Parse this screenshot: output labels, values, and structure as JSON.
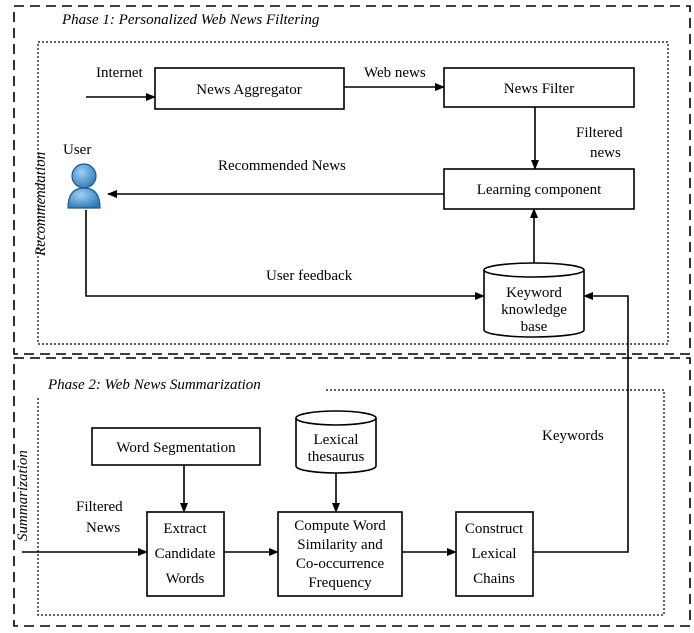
{
  "phase1": {
    "title": "Phase 1: Personalized Web News Filtering",
    "side_label": "Recommendation",
    "internet_label": "Internet",
    "web_news_label": "Web news",
    "filtered_news_label": [
      "Filtered",
      "news"
    ],
    "recommended_news_label": "Recommended News",
    "user_label": "User",
    "user_feedback_label": "User feedback",
    "boxes": {
      "news_aggregator": "News Aggregator",
      "news_filter": "News Filter",
      "learning_component": "Learning component",
      "keyword_kb": [
        "Keyword",
        "knowledge",
        "base"
      ]
    }
  },
  "phase2": {
    "title": "Phase 2: Web News Summarization",
    "side_label": "Summarization",
    "filtered_news_label": [
      "Filtered",
      "News"
    ],
    "keywords_label": "Keywords",
    "boxes": {
      "word_segmentation": "Word Segmentation",
      "lexical_thesaurus": [
        "Lexical",
        "thesaurus"
      ],
      "extract_candidate": [
        "Extract",
        "Candidate",
        "Words"
      ],
      "compute_word": [
        "Compute Word",
        "Similarity and",
        "Co-occurrence",
        "Frequency"
      ],
      "construct_lexical": [
        "Construct",
        "Lexical",
        "Chains"
      ]
    }
  },
  "colors": {
    "user_icon": "#3f88c5",
    "user_icon_dark": "#1d5a8e"
  },
  "icons": {
    "user": "user-icon"
  }
}
